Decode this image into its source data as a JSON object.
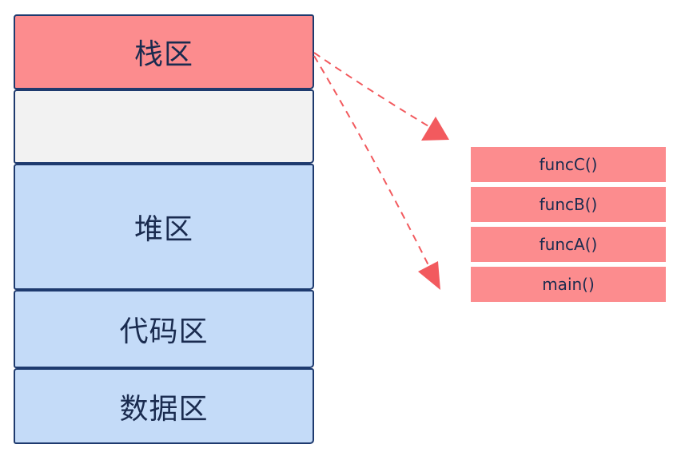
{
  "memory_layout": {
    "segments": [
      {
        "label": "栈区",
        "color": "#fc8c8e"
      },
      {
        "label": "",
        "color": "#f2f2f2"
      },
      {
        "label": "堆区",
        "color": "#c4dbf8"
      },
      {
        "label": "代码区",
        "color": "#c4dbf8"
      },
      {
        "label": "数据区",
        "color": "#c4dbf8"
      }
    ],
    "border_color": "#1e3a6e"
  },
  "call_stack": {
    "frames": [
      "funcC()",
      "funcB()",
      "funcA()",
      "main()"
    ],
    "color": "#fc8c8e"
  },
  "arrows": {
    "color": "#f25a5e",
    "style": "dashed"
  }
}
